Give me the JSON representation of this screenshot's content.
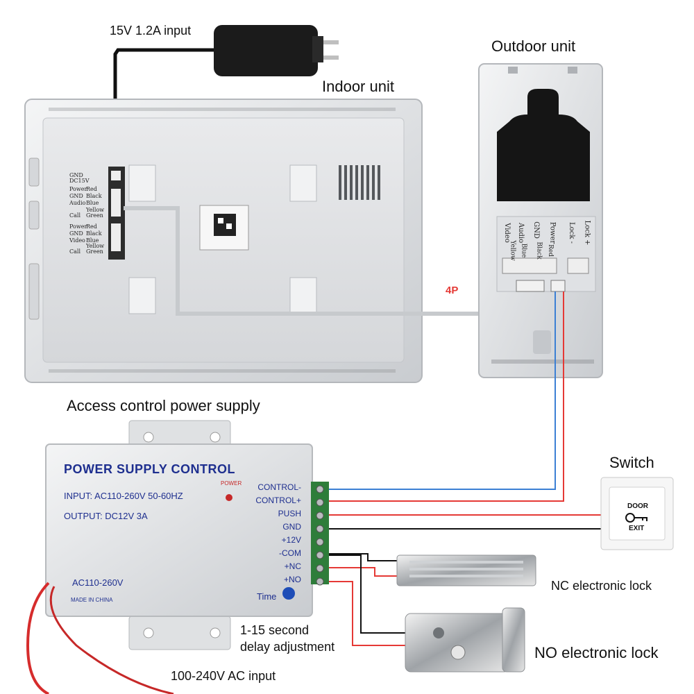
{
  "labels": {
    "adapter": "15V 1.2A input",
    "indoor": "Indoor unit",
    "outdoor": "Outdoor unit",
    "cable": "4P",
    "psu_title": "Access control power supply",
    "switch": "Switch",
    "nc_lock": "NC electronic lock",
    "no_lock": "NO electronic lock",
    "delay_1": "1-15 second",
    "delay_2": "delay adjustment",
    "ac_input": "100-240V AC input"
  },
  "indoor_panel": {
    "rows": [
      "GND",
      "DC15V",
      "Power",
      "GND",
      "Audio",
      "Call",
      "Power",
      "GND",
      "Video",
      "Call"
    ],
    "colors": [
      "Red",
      "Black",
      "Blue",
      "Yellow",
      "Green",
      "Red",
      "Black",
      "Blue",
      "Yellow",
      "Green"
    ]
  },
  "outdoor_panel": {
    "labels": [
      "Video",
      "Audio",
      "GND",
      "Power",
      "Lock -",
      "Lock +"
    ],
    "colors": [
      "Yellow",
      "Blue",
      "Black",
      "Red"
    ]
  },
  "psu": {
    "title": "POWER SUPPLY CONTROL",
    "input": "INPUT: AC110-260V 50-60HZ",
    "output": "OUTPUT: DC12V 3A",
    "power_led": "POWER",
    "ac": "AC110-260V",
    "made_in": "MADE IN CHINA",
    "time": "Time",
    "terminals": [
      "CONTROL-",
      "CONTROL+",
      "PUSH",
      "GND",
      "+12V",
      "-COM",
      "+NC",
      "+NO"
    ]
  },
  "exit_button": {
    "top": "DOOR",
    "bottom": "EXIT"
  },
  "colors": {
    "wire_red": "#e53935",
    "wire_blue": "#3b7fd4",
    "wire_black": "#111111",
    "cable_gray": "#cfd2d6",
    "terminal_green": "#2e7d3a"
  }
}
